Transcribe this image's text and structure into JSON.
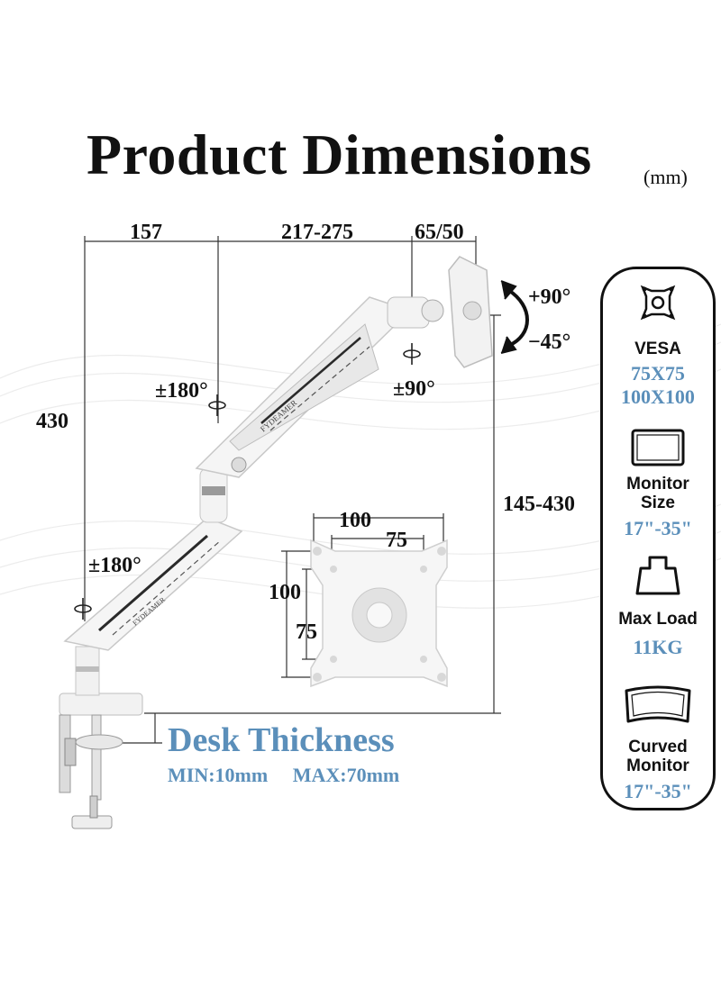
{
  "header": {
    "title": "Product Dimensions",
    "unit": "(mm)"
  },
  "dimensions": {
    "base_to_pole": "157",
    "arm_length": "217-275",
    "head_depth": "65/50",
    "total_height": "430",
    "height_range": "145-430",
    "rotate_upper": "±180°",
    "rotate_lower": "±180°",
    "swivel": "±90°",
    "tilt_up": "+90°",
    "tilt_down": "−45°"
  },
  "vesa_plate": {
    "outer_width": "100",
    "inner_width": "75",
    "outer_height": "100",
    "inner_height": "75"
  },
  "desk": {
    "title": "Desk Thickness",
    "min": "MIN:10mm",
    "max": "MAX:70mm"
  },
  "brand_mark": "FYDEAMER",
  "specs": {
    "vesa": {
      "label": "VESA",
      "values": [
        "75X75",
        "100X100"
      ],
      "icon": "vesa-mount-icon"
    },
    "monitor_size": {
      "label_line1": "Monitor",
      "label_line2": "Size",
      "value": "17\"-35\"",
      "icon": "monitor-icon"
    },
    "max_load": {
      "label": "Max Load",
      "value": "11KG",
      "icon": "weight-icon"
    },
    "curved": {
      "label_line1": "Curved",
      "label_line2": "Monitor",
      "value": "17\"-35\"",
      "icon": "curved-monitor-icon"
    }
  },
  "colors": {
    "accent_blue": "#5b8fba",
    "text": "#111111",
    "arm_white": "#f4f4f4"
  }
}
